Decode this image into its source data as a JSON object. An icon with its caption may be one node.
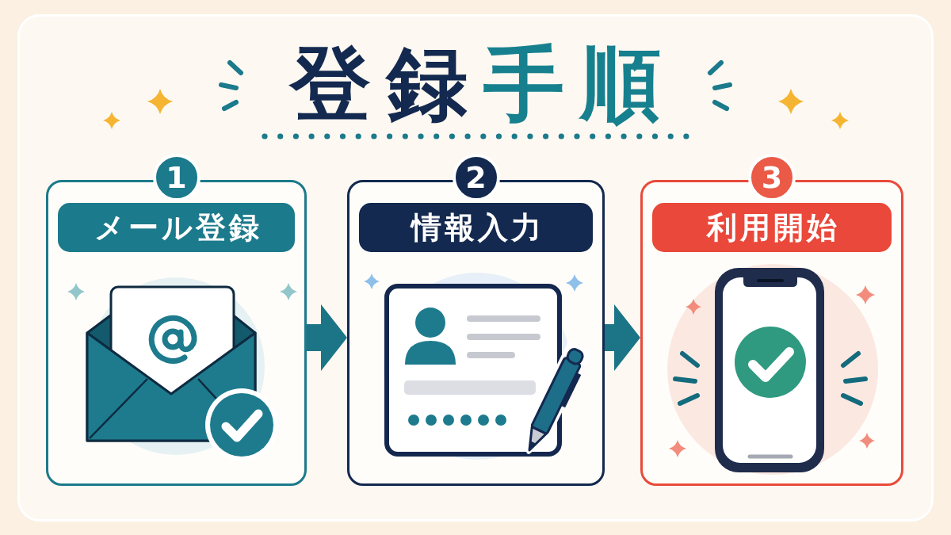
{
  "diagram": {
    "title": "登録手順",
    "nodes": [
      {
        "text": [
          "1",
          "メール登録"
        ]
      },
      {
        "text": [
          "2",
          "情報入力"
        ]
      },
      {
        "text": [
          "3",
          "利用開始"
        ]
      }
    ],
    "edges": [
      {
        "from": 0,
        "to": 1,
        "arrow": "to"
      },
      {
        "from": 1,
        "to": 2,
        "arrow": "to"
      }
    ]
  }
}
